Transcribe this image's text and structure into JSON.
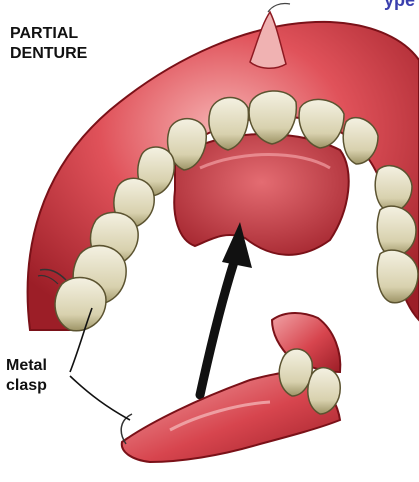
{
  "header_fragment": "ype",
  "labels": {
    "title_line1": "PARTIAL",
    "title_line2": "DENTURE",
    "clasp_line1": "Metal",
    "clasp_line2": "clasp"
  },
  "colors": {
    "gum": "#d8424d",
    "gum_dark": "#8e1a22",
    "gum_light": "#f4a7a7",
    "palate": "#c9414a",
    "tooth": "#e9e4cf",
    "tooth_shade": "#a39c6e",
    "arrow": "#111111",
    "heading_blue": "#3a3fae"
  },
  "image_subject": "illustration of upper dental arch with removable partial denture"
}
